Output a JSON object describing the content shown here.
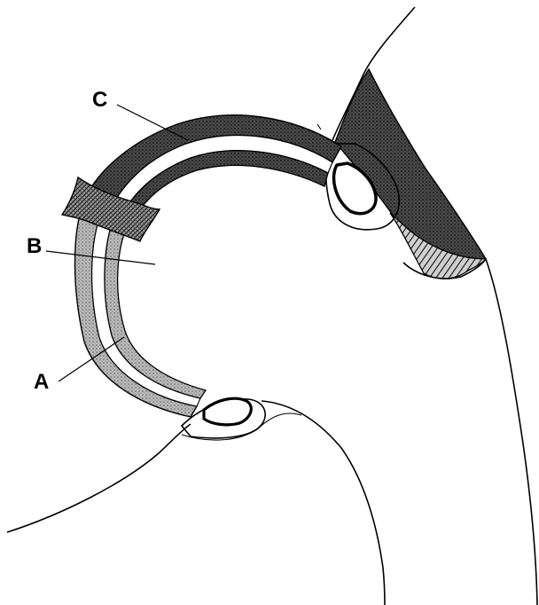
{
  "labels": {
    "a": "A",
    "b": "B",
    "c": "C"
  },
  "colors": {
    "ink": "#000000",
    "paper": "#ffffff",
    "dark_fill": "#3a3a3a",
    "medium_fill": "#8c8c8c",
    "light_fill": "#c4c4c4"
  }
}
